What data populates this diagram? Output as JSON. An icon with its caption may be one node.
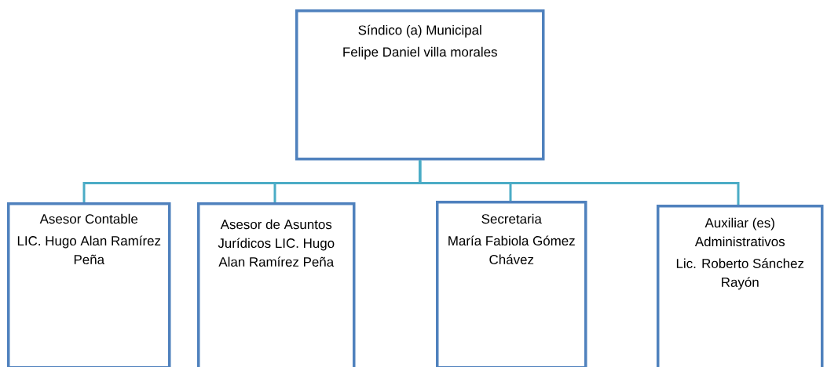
{
  "diagram": {
    "nodes": [
      {
        "text": [
          "Síndico (a) Municipal",
          "Felipe Daniel villa morales"
        ]
      },
      {
        "text": [
          "Asesor Contable",
          "LIC. Hugo Alan Ramírez Peña"
        ]
      },
      {
        "text": [
          "Asesor de Asuntos Jurídicos LIC. Hugo Alan Ramírez Peña"
        ]
      },
      {
        "text": [
          "Secretaria",
          "María Fabiola Gómez Chávez"
        ]
      },
      {
        "text": [
          "Auxiliar (es) Administrativos",
          "Lic. Roberto Sánchez Rayón"
        ]
      }
    ],
    "edges": [
      {
        "from": 0,
        "to": 1,
        "arrow": "none"
      },
      {
        "from": 0,
        "to": 2,
        "arrow": "none"
      },
      {
        "from": 0,
        "to": 3,
        "arrow": "none"
      },
      {
        "from": 0,
        "to": 4,
        "arrow": "none"
      }
    ]
  }
}
